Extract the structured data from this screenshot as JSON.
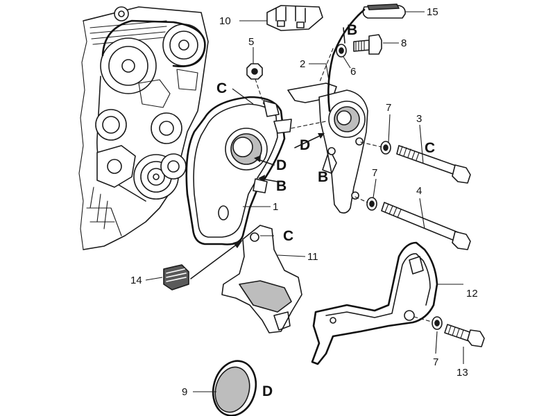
{
  "callouts": {
    "n1": "1",
    "n2": "2",
    "n3": "3",
    "n4": "4",
    "n5": "5",
    "n6": "6",
    "n7a": "7",
    "n7b": "7",
    "n7c": "7",
    "n8": "8",
    "n9": "9",
    "n10": "10",
    "n11": "11",
    "n12": "12",
    "n13": "13",
    "n14": "14",
    "n15": "15"
  },
  "letters": {
    "b_top": "B",
    "b_mid": "B",
    "b_cover": "B",
    "c_top": "C",
    "c_bolt3": "C",
    "c_bracket": "C",
    "d_mid": "D",
    "d_cover": "D",
    "d_cap": "D"
  },
  "colors": {
    "ink": "#1a1a1a",
    "paper": "#ffffff",
    "shade": "#bdbdbd"
  }
}
